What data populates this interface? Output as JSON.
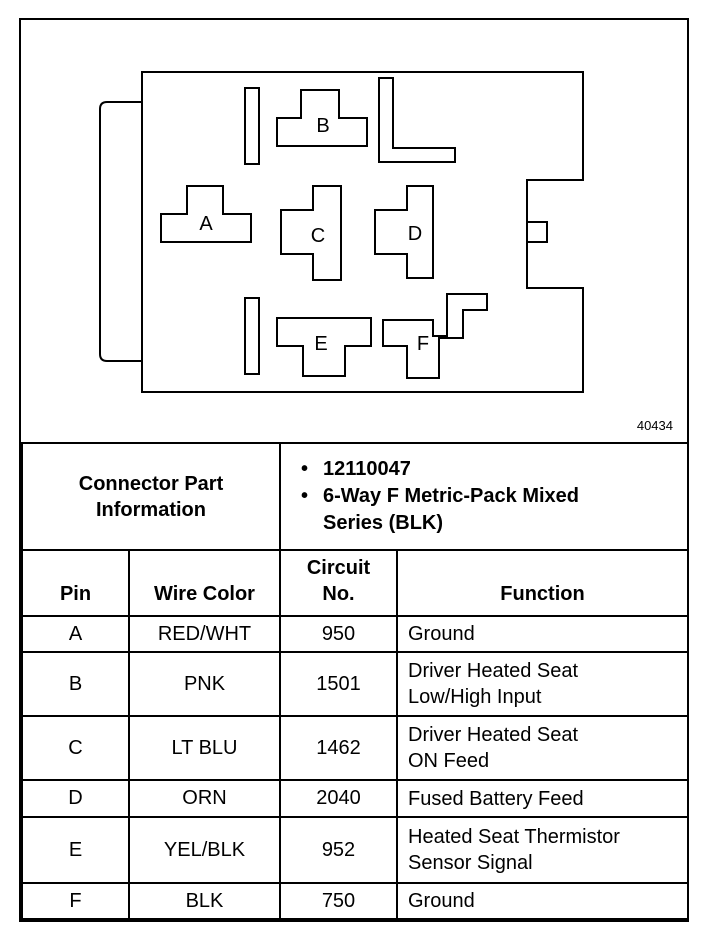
{
  "diagram": {
    "pin_labels": [
      "A",
      "B",
      "C",
      "D",
      "E",
      "F"
    ],
    "figure_number": "40434"
  },
  "info": {
    "label_line1": "Connector Part",
    "label_line2": "Information",
    "bullet": "•",
    "items": [
      {
        "line1": "12110047",
        "line2": ""
      },
      {
        "line1": "6-Way F Metric-Pack Mixed",
        "line2": "Series (BLK)"
      }
    ]
  },
  "headers": {
    "pin": "Pin",
    "wire_color": "Wire Color",
    "circuit_line1": "Circuit",
    "circuit_line2": "No.",
    "function": "Function"
  },
  "rows": [
    {
      "pin": "A",
      "wire_color": "RED/WHT",
      "circuit": "950",
      "function_line1": "Ground",
      "function_line2": ""
    },
    {
      "pin": "B",
      "wire_color": "PNK",
      "circuit": "1501",
      "function_line1": "Driver Heated Seat",
      "function_line2": "Low/High Input"
    },
    {
      "pin": "C",
      "wire_color": "LT BLU",
      "circuit": "1462",
      "function_line1": "Driver Heated Seat",
      "function_line2": "ON Feed"
    },
    {
      "pin": "D",
      "wire_color": "ORN",
      "circuit": "2040",
      "function_line1": "Fused Battery Feed",
      "function_line2": ""
    },
    {
      "pin": "E",
      "wire_color": "YEL/BLK",
      "circuit": "952",
      "function_line1": "Heated Seat Thermistor",
      "function_line2": "Sensor Signal"
    },
    {
      "pin": "F",
      "wire_color": "BLK",
      "circuit": "750",
      "function_line1": "Ground",
      "function_line2": ""
    }
  ]
}
